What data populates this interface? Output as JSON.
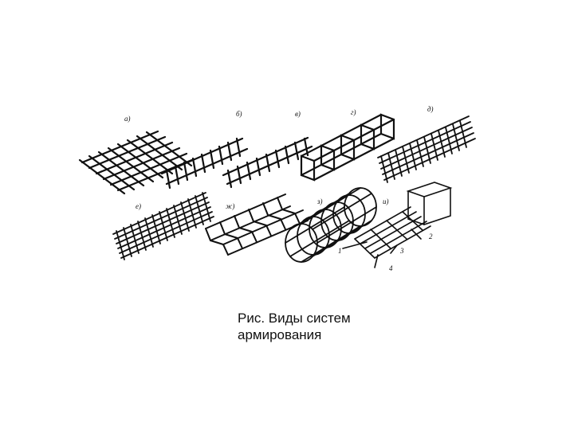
{
  "figure": {
    "panel_labels": [
      "а)",
      "б)",
      "в)",
      "г)",
      "д)",
      "е)",
      "ж)",
      "з)",
      "и)"
    ],
    "part_numbers": [
      "1",
      "2",
      "3",
      "4"
    ]
  },
  "caption": {
    "line1": "Рис. Виды систем",
    "line2": "армирования"
  }
}
